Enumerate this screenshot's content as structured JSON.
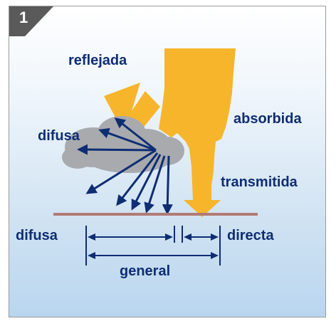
{
  "panel_number": "1",
  "labels": {
    "reflected": "reflejada",
    "absorbed": "absorbida",
    "diffuse_cloud": "difusa",
    "transmitted": "transmitida",
    "diffuse_ground": "difusa",
    "direct": "directa",
    "global": "general"
  },
  "colors": {
    "sunbeam": "#f7b52c",
    "arrows": "#0e2d73",
    "cloud": "#a8aaae",
    "ground": "#b07b74",
    "text": "#0e2d73"
  }
}
